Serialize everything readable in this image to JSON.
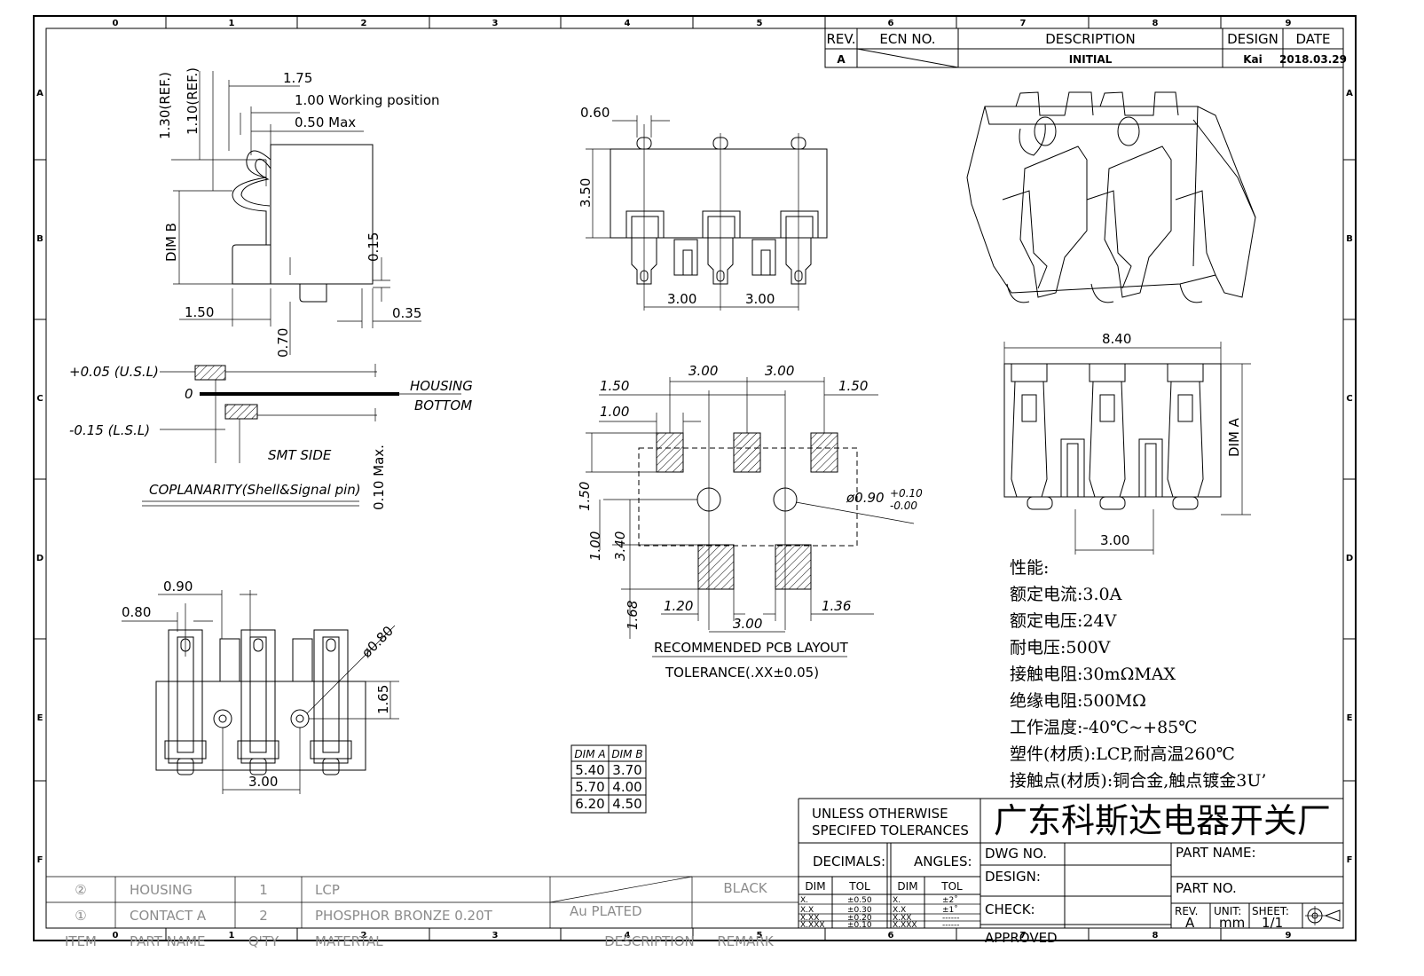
{
  "zones": {
    "cols": [
      "0",
      "1",
      "2",
      "3",
      "4",
      "5",
      "6",
      "7",
      "8",
      "9"
    ],
    "rows": [
      "A",
      "B",
      "C",
      "D",
      "E",
      "F"
    ]
  },
  "revision": {
    "headers": {
      "rev": "REV.",
      "ecn": "ECN NO.",
      "description": "DESCRIPTION",
      "design": "DESIGN",
      "date": "DATE"
    },
    "row": {
      "rev": "A",
      "description": "INITIAL",
      "design": "Kai",
      "date": "2018.03.29"
    }
  },
  "side_view": {
    "d_175": "1.75",
    "d_work": "1.00 Working position",
    "d_050": "0.50 Max",
    "d_130": "1.30(REF.)",
    "d_110": "1.10(REF.)",
    "dim_b": "DIM B",
    "d_015": "0.15",
    "d_150": "1.50",
    "d_070": "0.70",
    "d_035": "0.35"
  },
  "coplanarity": {
    "usl": "+0.05 (U.S.L)",
    "zero": "0",
    "lsl": "-0.15 (L.S.L)",
    "housing": "HOUSING",
    "bottom": "BOTTOM",
    "smt": "SMT SIDE",
    "label": "COPLANARITY(Shell&Signal pin)",
    "max": "0.10 Max."
  },
  "front_view": {
    "d_060": "0.60",
    "d_350": "3.50",
    "d_300a": "3.00",
    "d_300b": "3.00"
  },
  "pcb_layout": {
    "d_300a": "3.00",
    "d_300b": "3.00",
    "d_150a": "1.50",
    "d_150b": "1.50",
    "d_100": "1.00",
    "v_150": "1.50",
    "v_100": "1.00",
    "v_340": "3.40",
    "v_168": "1.68",
    "hole": "ø0.90",
    "tol_p": "+0.10",
    "tol_m": "-0.00",
    "d_120": "1.20",
    "d_136": "1.36",
    "d_300c": "3.00",
    "title": "RECOMMENDED PCB LAYOUT",
    "tolerance": "TOLERANCE(.XX±0.05)"
  },
  "bottom_view": {
    "d_090": "0.90",
    "d_080": "0.80",
    "d_phi": "ø0.80",
    "d_165": "1.65",
    "d_300": "3.00"
  },
  "dim_table": {
    "headers": [
      "DIM A",
      "DIM B"
    ],
    "rows": [
      [
        "5.40",
        "3.70"
      ],
      [
        "5.70",
        "4.00"
      ],
      [
        "6.20",
        "4.50"
      ]
    ]
  },
  "top_view": {
    "d_840": "8.40",
    "dim_a": "DIM A",
    "d_300": "3.00"
  },
  "specs": [
    "性能:",
    "额定电流:3.0A",
    "额定电压:24V",
    "耐电压:500V",
    "接触电阻:30mΩMAX",
    "绝缘电阻:500MΩ",
    "工作温度:-40℃~+85℃",
    "塑件(材质):LCP,耐高温260℃",
    "接触点(材质):铜合金,触点镀金3U’"
  ],
  "bom": {
    "rows": [
      {
        "item": "②",
        "name": "HOUSING",
        "qty": "1",
        "material": "LCP",
        "desc": "",
        "remark": "BLACK"
      },
      {
        "item": "①",
        "name": "CONTACT A",
        "qty": "2",
        "material": "PHOSPHOR BRONZE 0.20T",
        "desc": "Au PLATED",
        "remark": ""
      }
    ],
    "header": {
      "item": "ITEM",
      "name": "PART NAME",
      "qty": "Q'TY",
      "material": "MATERTAL",
      "desc": "DESCRIPTION",
      "remark": "REMARK"
    }
  },
  "title_block": {
    "unless1": "UNLESS OTHERWISE",
    "unless2": "SPECIFED TOLERANCES",
    "company": "广东科斯达电器开关厂",
    "decimals": "DECIMALS:",
    "angles": "ANGLES:",
    "dim": "DIM",
    "tol": "TOL",
    "dec_rows": [
      [
        "X.",
        "±0.50"
      ],
      [
        "X.X",
        "±0.30"
      ],
      [
        "X.XX",
        "±0.20"
      ],
      [
        "X.XXX",
        "±0.10"
      ]
    ],
    "ang_rows": [
      [
        "X.",
        "±2˚"
      ],
      [
        "X.X",
        "±1˚"
      ],
      [
        "X.XX",
        "------"
      ],
      [
        "X.XXX",
        "------"
      ]
    ],
    "dwg_no": "DWG NO.",
    "design": "DESIGN:",
    "check": "CHECK:",
    "approved": "APPROVED",
    "part_name": "PART NAME:",
    "part_no": "PART NO.",
    "rev_label": "REV.",
    "rev_value": "A",
    "unit_label": "UNIT:",
    "unit_value": "mm",
    "sheet_label": "SHEET:",
    "sheet_value": "1/1"
  }
}
